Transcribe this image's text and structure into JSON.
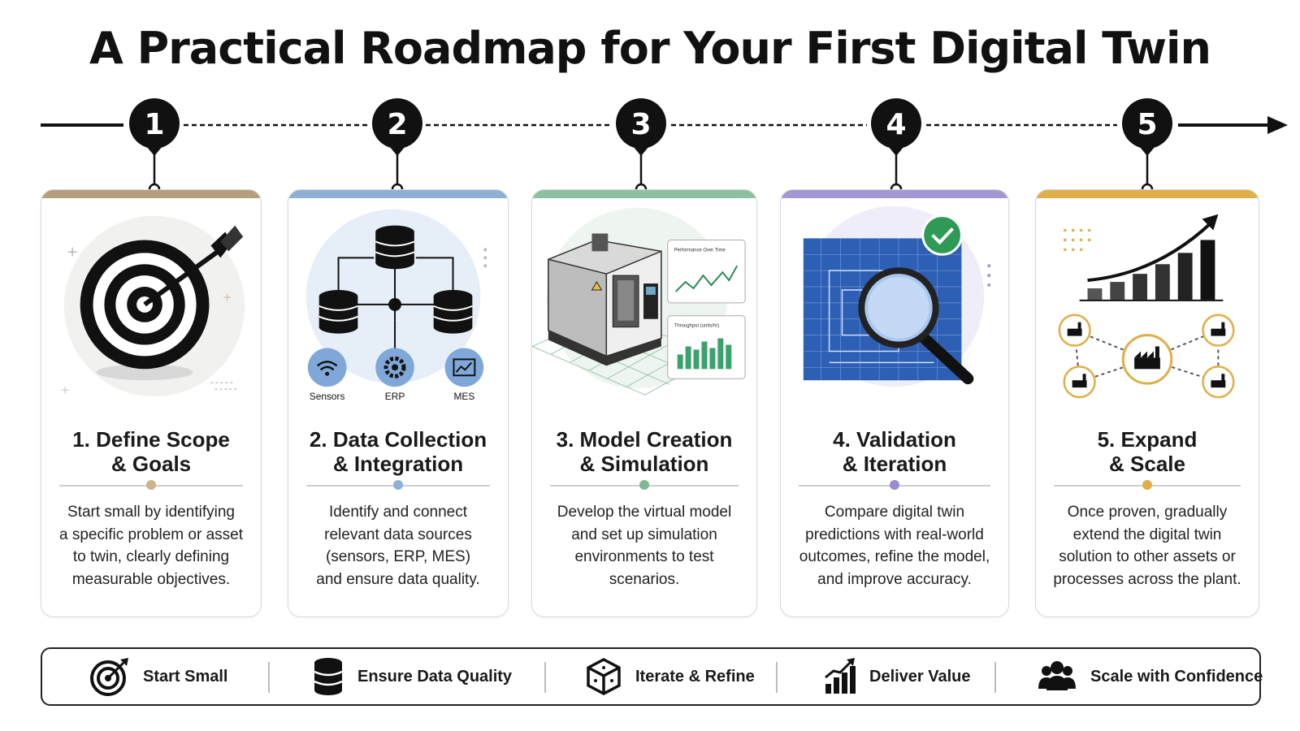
{
  "title": "A Practical Roadmap for Your First Digital Twin",
  "colors": {
    "step1": "#b59f7c",
    "step2": "#8fb0d6",
    "step3": "#8cc0a0",
    "step4": "#a597d3",
    "step5": "#dfae48",
    "dark": "#111111"
  },
  "steps": [
    {
      "number": "1",
      "heading_line1": "1. Define Scope",
      "heading_line2": "& Goals",
      "desc": [
        "Start small by identifying",
        "a specific problem or asset",
        "to twin, clearly defining",
        "measurable objectives."
      ],
      "icon": "target-arrow-icon"
    },
    {
      "number": "2",
      "heading_line1": "2. Data Collection",
      "heading_line2": "& Integration",
      "desc": [
        "Identify and connect",
        "relevant data sources",
        "(sensors, ERP, MES)",
        "and ensure data quality."
      ],
      "icon": "database-network-icon",
      "source_labels": [
        "Sensors",
        "ERP",
        "MES"
      ]
    },
    {
      "number": "3",
      "heading_line1": "3. Model Creation",
      "heading_line2": "& Simulation",
      "desc": [
        "Develop the virtual model",
        "and set up simulation",
        "environments to test",
        "scenarios."
      ],
      "icon": "machine-model-icon",
      "panel_labels": [
        "Performance Over Time",
        "Throughput (units/hr)"
      ]
    },
    {
      "number": "4",
      "heading_line1": "4. Validation",
      "heading_line2": "& Iteration",
      "desc": [
        "Compare digital twin",
        "predictions with real-world",
        "outcomes, refine the model,",
        "and improve accuracy."
      ],
      "icon": "blueprint-magnifier-icon"
    },
    {
      "number": "5",
      "heading_line1": "5. Expand",
      "heading_line2": "& Scale",
      "desc": [
        "Once proven, gradually",
        "extend the digital twin",
        "solution to other assets or",
        "processes across the plant."
      ],
      "icon": "growth-network-icon"
    }
  ],
  "footer": [
    {
      "label": "Start Small",
      "icon": "target-icon"
    },
    {
      "label": "Ensure Data Quality",
      "icon": "database-icon"
    },
    {
      "label": "Iterate & Refine",
      "icon": "cube-icon"
    },
    {
      "label": "Deliver Value",
      "icon": "bar-chart-growth-icon"
    },
    {
      "label": "Scale with Confidence",
      "icon": "people-group-icon"
    }
  ]
}
